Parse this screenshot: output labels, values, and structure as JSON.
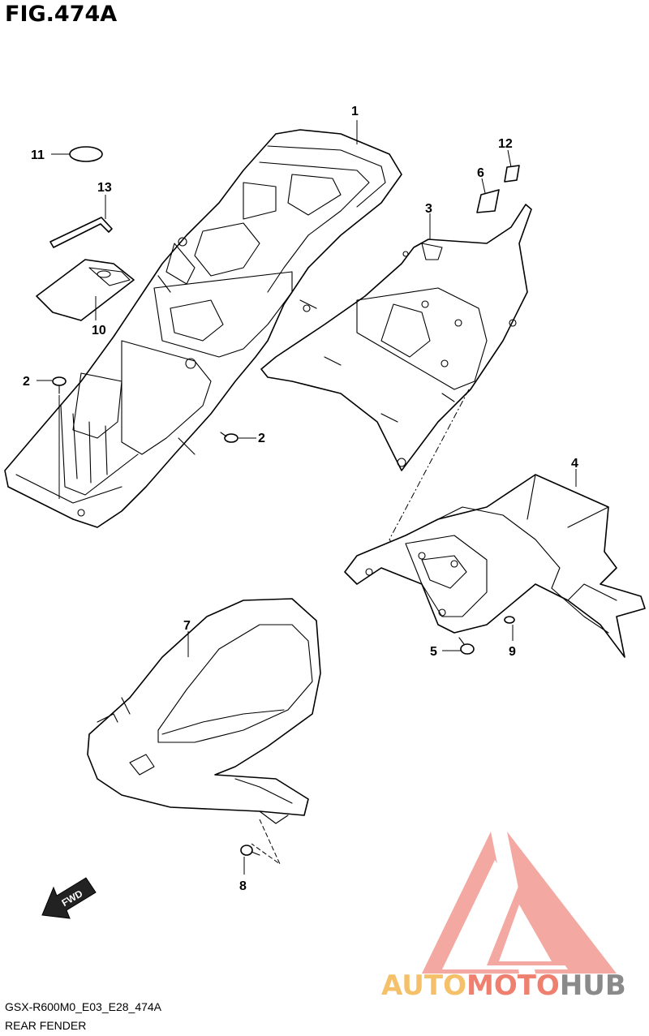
{
  "figure": {
    "title": "FIG.474A",
    "code": "GSX-R600M0_E03_E28_474A",
    "name": "REAR FENDER"
  },
  "callouts": {
    "c1": "1",
    "c2a": "2",
    "c2b": "2",
    "c3": "3",
    "c4": "4",
    "c5": "5",
    "c6": "6",
    "c7": "7",
    "c8": "8",
    "c9": "9",
    "c10": "10",
    "c11": "11",
    "c12": "12",
    "c13": "13"
  },
  "fwd_label": "FWD",
  "watermark": {
    "part1": "AUTO",
    "part2": "MOTO",
    "part3": "HUB",
    "color_light": "#f5c06a",
    "color_mid": "#ef7f6f",
    "color_dark": "#8a8a8a"
  }
}
